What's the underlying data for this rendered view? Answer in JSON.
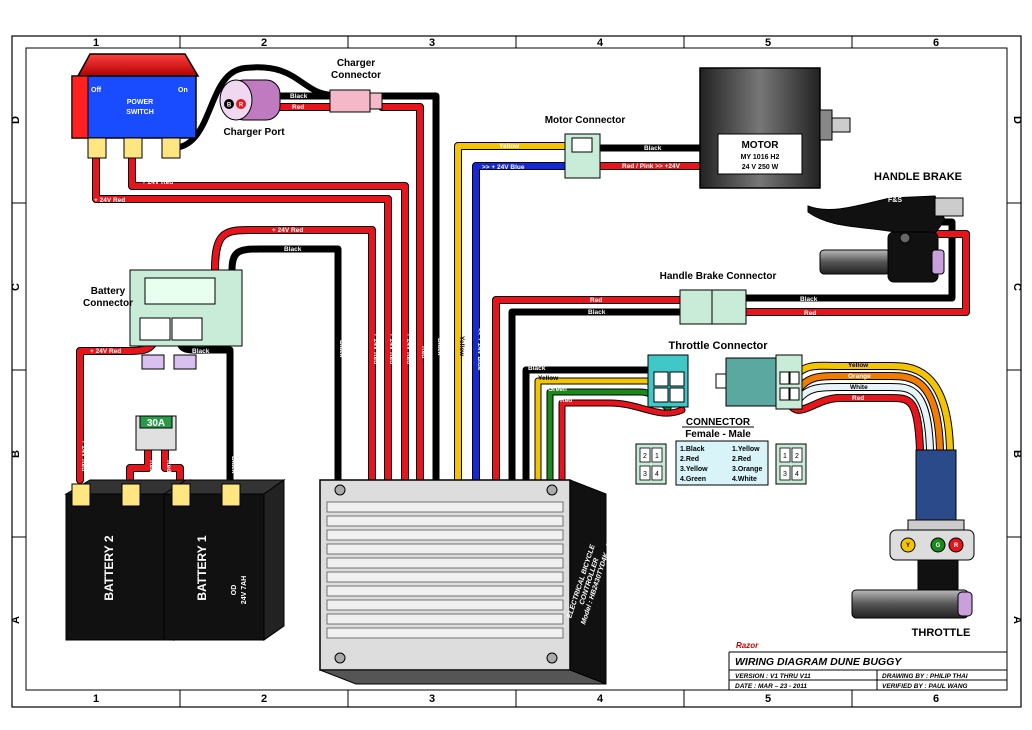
{
  "frame": {
    "columns": [
      "1",
      "2",
      "3",
      "4",
      "5",
      "6"
    ],
    "rows": [
      "D",
      "C",
      "B",
      "A"
    ]
  },
  "power_switch": {
    "off": "Off",
    "on": "On",
    "line1": "POWER",
    "line2": "SWITCH"
  },
  "charger_port": {
    "label": "Charger Port",
    "b": "B",
    "r": "R"
  },
  "charger_connector": {
    "line1": "Charger",
    "line2": "Connector"
  },
  "motor_connector": {
    "label": "Motor Connector"
  },
  "motor": {
    "title": "MOTOR",
    "model": "MY 1016 H2",
    "spec": "24 V 250 W"
  },
  "handle_brake": {
    "title": "HANDLE BRAKE",
    "brand": "F&S"
  },
  "handle_brake_connector": {
    "label": "Handle Brake Connector"
  },
  "battery_connector": {
    "line1": "Battery",
    "line2": "Connector"
  },
  "fuse": {
    "label": "30A"
  },
  "battery2": {
    "label": "BATTERY 2"
  },
  "battery1": {
    "label": "BATTERY 1",
    "spec1": "OD",
    "spec2": "24V 7AH"
  },
  "throttle_connector": {
    "label": "Throttle Connector"
  },
  "connector_legend": {
    "title": "CONNECTOR",
    "subtitle": "Female  -  Male",
    "female": [
      "1.Black",
      "2.Red",
      "3.Yellow",
      "4.Green"
    ],
    "male": [
      "1.Yellow",
      "2.Red",
      "3.Orange",
      "4.White"
    ],
    "pins": [
      "1",
      "2",
      "3",
      "4"
    ]
  },
  "controller": {
    "line1": "ELECTRICAL BICYCLE",
    "line2": "CONTROLLER",
    "line3": "Model : HB2430TYD4K - FS"
  },
  "throttle": {
    "label": "THROTTLE",
    "y": "Y",
    "g": "G",
    "r": "R"
  },
  "wires": {
    "black": "Black",
    "red": "Red",
    "yellow": "Yellow",
    "green": "Green",
    "orange": "Orange",
    "white": "White",
    "plus24_red": "+ 24V Red",
    "plus24_blue": ">> + 24V Blue",
    "red_pink": "Red / Pink >> +24V",
    "blue_vertical": "<< + 24V Blue"
  },
  "title_block": {
    "logo": "Razor",
    "title": "WIRING DIAGRAM DUNE BUGGY",
    "version": "VERSION : V1 THRU V11",
    "drawing_by": "DRAWING BY : PHILIP THAI",
    "date": "DATE : MAR – 23 - 2011",
    "verified_by": "VERIFIED BY : PAUL WANG"
  },
  "colors": {
    "red": "#e8141b",
    "black": "#1a1a1a",
    "yellow": "#f5c400",
    "blue": "#1428d8",
    "green": "#1a8a1a",
    "orange": "#f07c00",
    "white_wire": "#e8f4f8",
    "connector": "#c8ecd8"
  }
}
